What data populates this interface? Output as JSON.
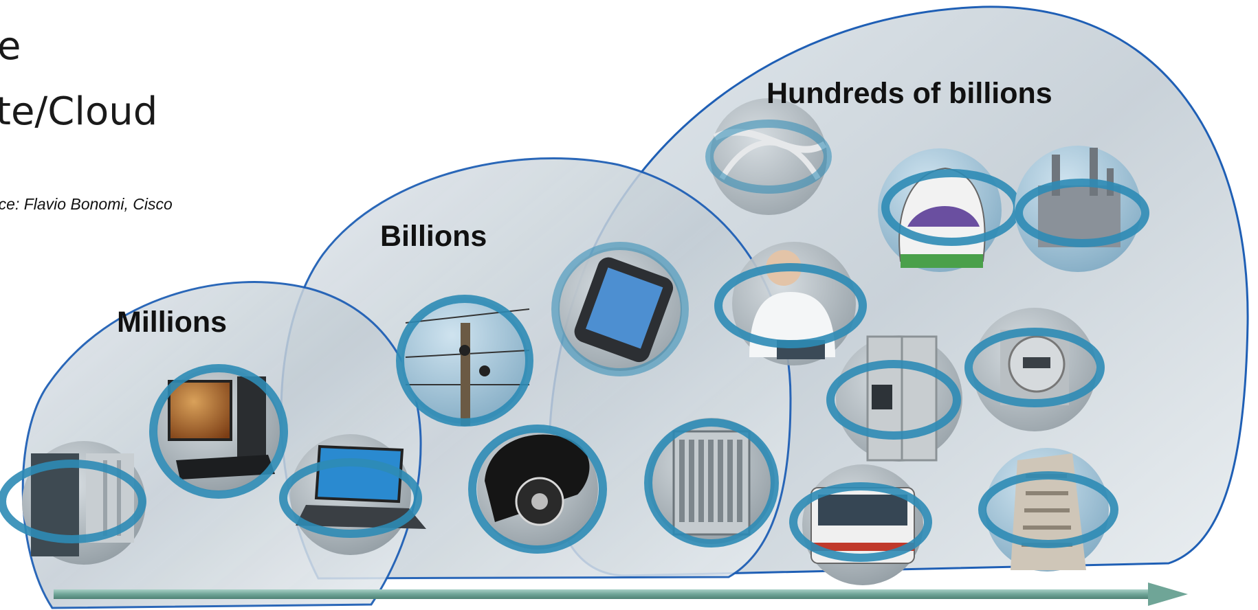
{
  "heading": {
    "line1": "e",
    "line2": "te/Cloud"
  },
  "source": "rce: Flavio Bonomi, Cisco",
  "tiers": [
    {
      "label": "Millions"
    },
    {
      "label": "Billions"
    },
    {
      "label": "Hundreds of billions"
    }
  ],
  "devices": [
    {
      "name": "mainframe-room",
      "icon": "server-room-icon",
      "tier": "Millions"
    },
    {
      "name": "desktop-computer",
      "icon": "desktop-computer-icon",
      "tier": "Millions"
    },
    {
      "name": "laptop",
      "icon": "laptop-icon",
      "tier": "Millions"
    },
    {
      "name": "power-line-pole",
      "icon": "utility-pole-icon",
      "tier": "Billions"
    },
    {
      "name": "rotary-telephone",
      "icon": "telephone-icon",
      "tier": "Billions"
    },
    {
      "name": "smartphone",
      "icon": "smartphone-icon",
      "tier": "Billions"
    },
    {
      "name": "network-router",
      "icon": "router-chassis-icon",
      "tier": "Billions"
    },
    {
      "name": "highway-interchange",
      "icon": "road-interchange-icon",
      "tier": "Hundreds of billions"
    },
    {
      "name": "train",
      "icon": "train-icon",
      "tier": "Hundreds of billions"
    },
    {
      "name": "industrial-plant",
      "icon": "factory-icon",
      "tier": "Hundreds of billions"
    },
    {
      "name": "doctor-with-tablet",
      "icon": "doctor-icon",
      "tier": "Hundreds of billions"
    },
    {
      "name": "refrigerator",
      "icon": "refrigerator-icon",
      "tier": "Hundreds of billions"
    },
    {
      "name": "smart-meter",
      "icon": "power-meter-icon",
      "tier": "Hundreds of billions"
    },
    {
      "name": "city-bus",
      "icon": "bus-icon",
      "tier": "Hundreds of billions"
    },
    {
      "name": "office-building",
      "icon": "building-icon",
      "tier": "Hundreds of billions"
    }
  ],
  "colors": {
    "bubble_outline": "#1f5fb5",
    "bubble_fill": "#b9c4cc",
    "ring": "#2e8bb5",
    "arrow": "#7fb3a8"
  }
}
